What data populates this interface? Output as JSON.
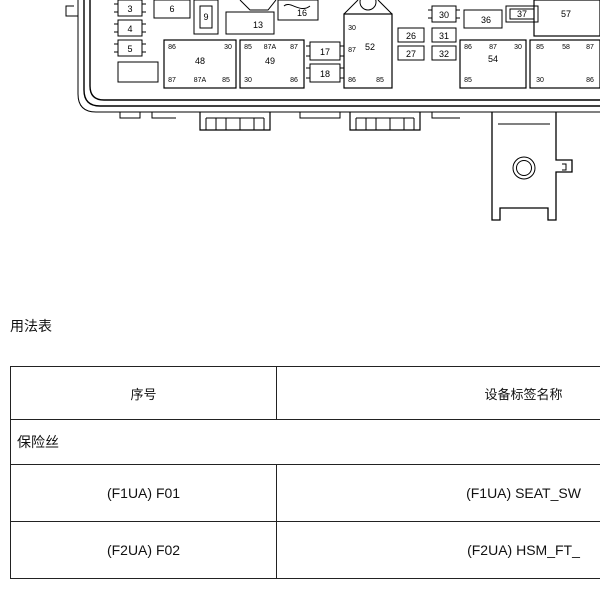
{
  "diagram": {
    "labels": {
      "f3": "3",
      "f4": "4",
      "f5": "5",
      "f6": "6",
      "f9": "9",
      "f13": "13",
      "f16": "16",
      "f17": "17",
      "f18": "18",
      "f26": "26",
      "f27": "27",
      "f30": "30",
      "f31": "31",
      "f32": "32",
      "f36": "36",
      "f37": "37",
      "r48": "48",
      "r49": "49",
      "r52": "52",
      "r54": "54",
      "r57": "57",
      "p30a": "30",
      "p86a": "86",
      "p87a": "87",
      "p87Aa": "87A",
      "p85a": "85",
      "p85b": "85",
      "p87Ab": "87A",
      "p87b": "87",
      "p30b": "30",
      "p86b": "86",
      "p30c": "30",
      "p87c": "87",
      "p86c": "86",
      "p85c": "85",
      "p86d": "86",
      "p87d": "87",
      "p30d": "30",
      "p85d": "85",
      "p85e": "85",
      "p58e": "58",
      "p87e": "87",
      "p30e": "30",
      "p86e": "86"
    }
  },
  "usage": {
    "title": "用法表",
    "header": {
      "col1": "序号",
      "col2": "设备标签名称"
    },
    "group": "保险丝",
    "rows": [
      {
        "id": "(F1UA) F01",
        "label": "(F1UA) SEAT_SW"
      },
      {
        "id": "(F2UA) F02",
        "label": "(F2UA) HSM_FT_"
      }
    ]
  }
}
